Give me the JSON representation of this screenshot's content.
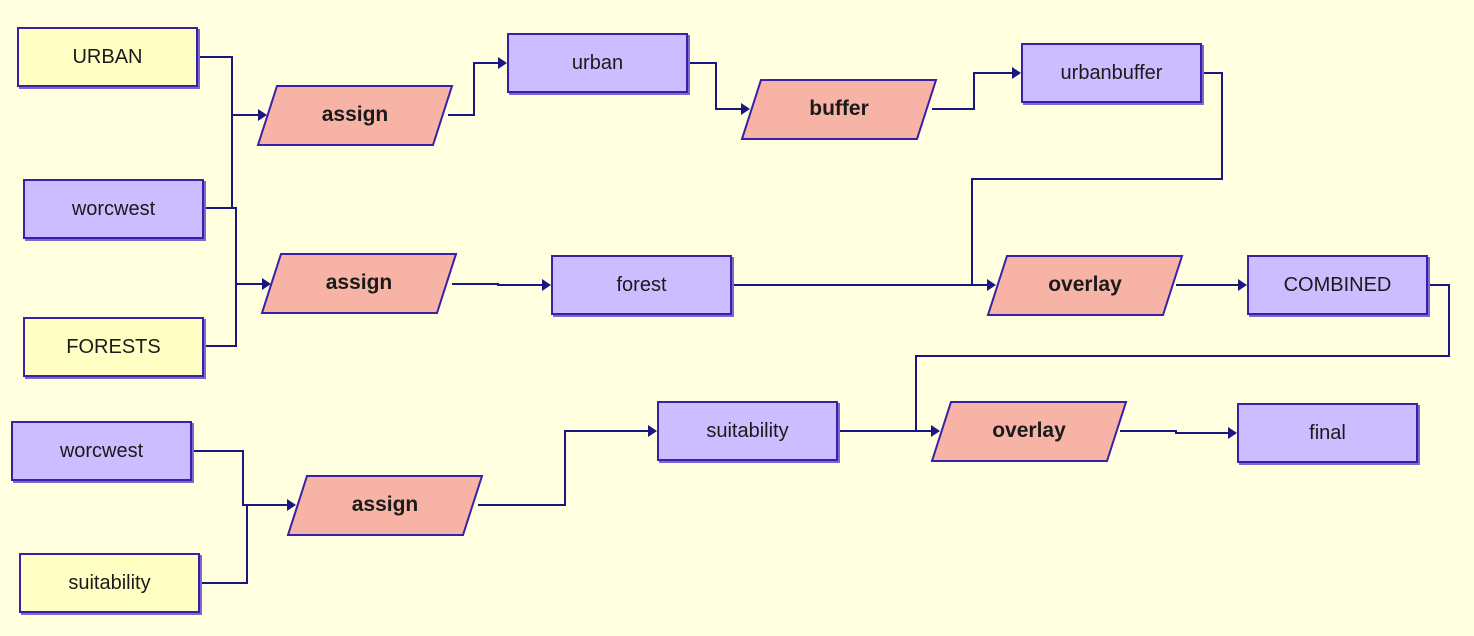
{
  "diagram": {
    "inputs": {
      "urban_layer": "URBAN",
      "worcwest_a": "worcwest",
      "forests_layer": "FORESTS",
      "worcwest_b": "worcwest",
      "suitability_in": "suitability"
    },
    "data": {
      "urban": "urban",
      "urbanbuffer": "urbanbuffer",
      "forest": "forest",
      "combined": "COMBINED",
      "suitability": "suitability",
      "final": "final"
    },
    "processes": {
      "assign_1": "assign",
      "assign_2": "assign",
      "assign_3": "assign",
      "buffer": "buffer",
      "overlay_1": "overlay",
      "overlay_2": "overlay"
    },
    "colors": {
      "background": "#ffffe0",
      "input_fill": "#ffffc4",
      "data_fill": "#cbbdff",
      "process_fill": "#f7b4a6",
      "border": "#3a1fa8",
      "connector": "#1a1780"
    }
  }
}
